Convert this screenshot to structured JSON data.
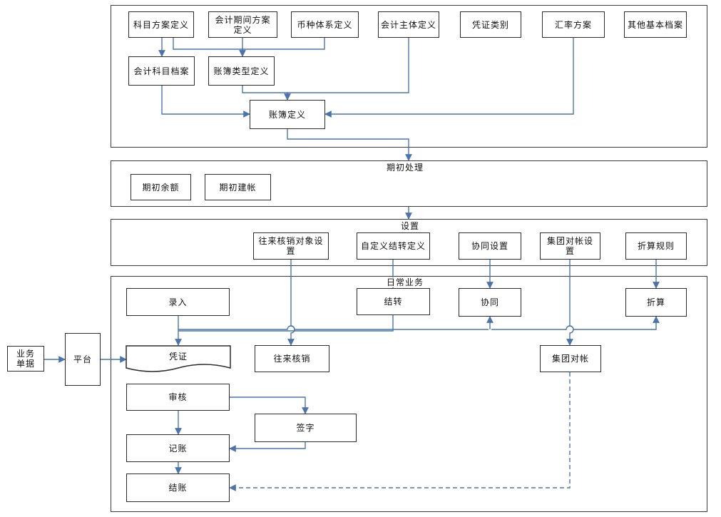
{
  "sections": {
    "opening": "期初处理",
    "settings": "设置",
    "daily": "日常业务"
  },
  "nodes": {
    "subject_scheme": "科目方案定义",
    "period_scheme": "会计期间方案定义",
    "currency_system": "币种体系定义",
    "accounting_entity": "会计主体定义",
    "voucher_type": "凭证类别",
    "rate_scheme": "汇率方案",
    "other_basic": "其他基本档案",
    "account_file": "会计科目档案",
    "book_type": "账簿类型定义",
    "book_define": "账簿定义",
    "opening_balance": "期初余额",
    "opening_setup": "期初建帐",
    "writeoff_obj": "往来核销对象设置",
    "custom_transfer": "自定义结转定义",
    "collab_setting": "协同设置",
    "group_recon_setting": "集团对帐设置",
    "convert_rule": "折算规则",
    "entry": "录入",
    "transfer": "结转",
    "collab": "协同",
    "convert": "折算",
    "voucher": "凭证",
    "writeoff": "往来核销",
    "group_recon": "集团对帐",
    "audit": "审核",
    "sign": "签字",
    "post": "记账",
    "close": "结账",
    "business_doc": "业务单据",
    "platform": "平台"
  },
  "colors": {
    "connector": "#4b74ad",
    "border": "#2b2b2b"
  }
}
